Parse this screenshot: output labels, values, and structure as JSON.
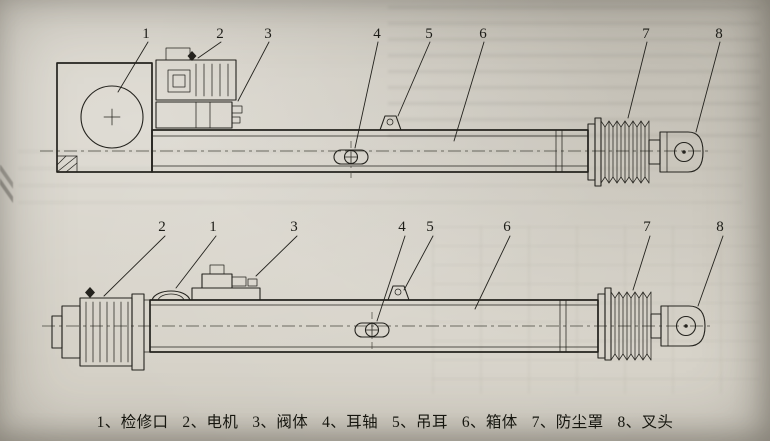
{
  "colors": {
    "paper": "#d6d2c8",
    "ink": "#24231e"
  },
  "figure": {
    "top_view": {
      "callouts": [
        "1",
        "2",
        "3",
        "4",
        "5",
        "6",
        "7",
        "8"
      ]
    },
    "bottom_view": {
      "callouts": [
        "2",
        "1",
        "3",
        "4",
        "5",
        "6",
        "7",
        "8"
      ]
    },
    "caption": {
      "items": [
        "1、检修口",
        "2、电机",
        "3、阀体",
        "4、耳轴",
        "5、吊耳",
        "6、箱体",
        "7、防尘罩",
        "8、叉头"
      ]
    }
  }
}
